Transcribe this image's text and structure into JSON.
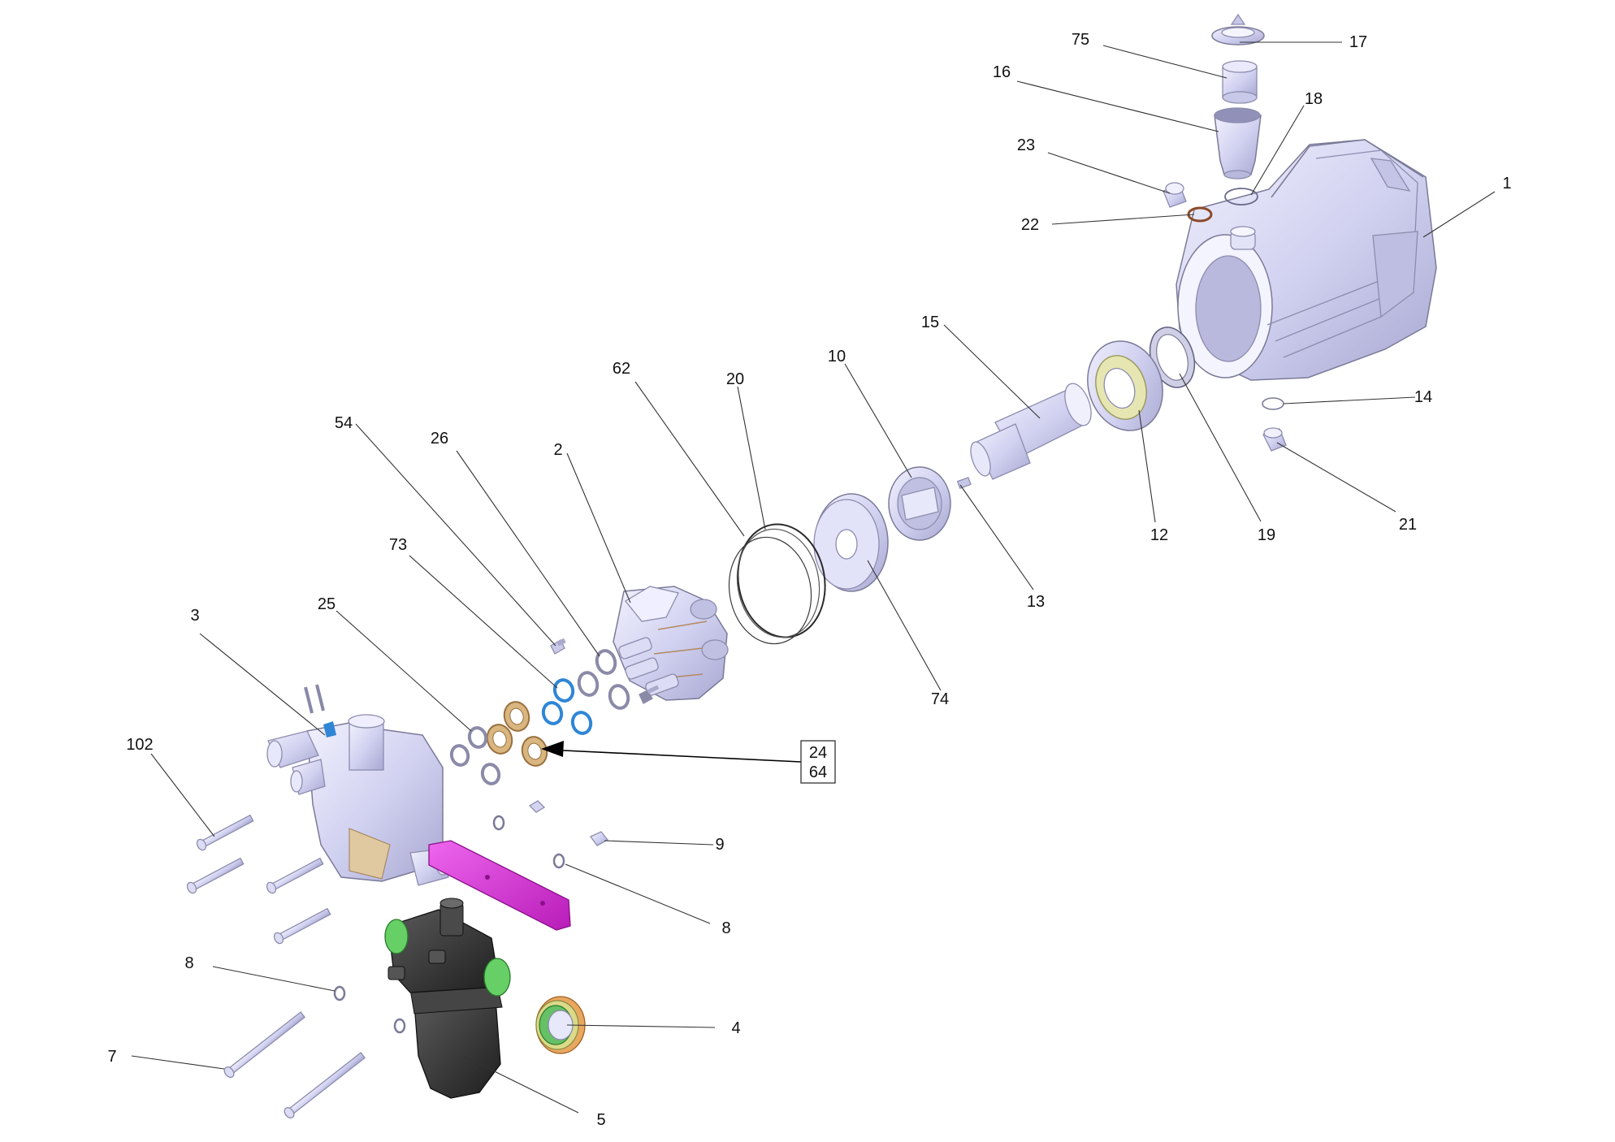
{
  "colors": {
    "part": "#d6d6f3",
    "part_light": "#ebebfb",
    "part_dark": "#a9a9cf",
    "seal_blue": "#2f86d6",
    "bronze": "#b08050",
    "lavender_ring": "#c8c8dc",
    "magenta": "#d63ad6",
    "black_part": "#3a3a3a",
    "green": "#66d066",
    "yellow": "#dada88",
    "orange": "#e8a860"
  },
  "labels": {
    "p1": "1",
    "p2": "2",
    "p3": "3",
    "p4": "4",
    "p5": "5",
    "p7": "7",
    "p8a": "8",
    "p8b": "8",
    "p9": "9",
    "p10": "10",
    "p12": "12",
    "p13": "13",
    "p14": "14",
    "p15": "15",
    "p16": "16",
    "p17": "17",
    "p18": "18",
    "p19": "19",
    "p20": "20",
    "p21": "21",
    "p22": "22",
    "p23": "23",
    "p25": "25",
    "p26": "26",
    "p54": "54",
    "p62": "62",
    "p73": "73",
    "p74": "74",
    "p75": "75",
    "p102": "102"
  },
  "callout_box": {
    "line1": "24",
    "line2": "64"
  }
}
